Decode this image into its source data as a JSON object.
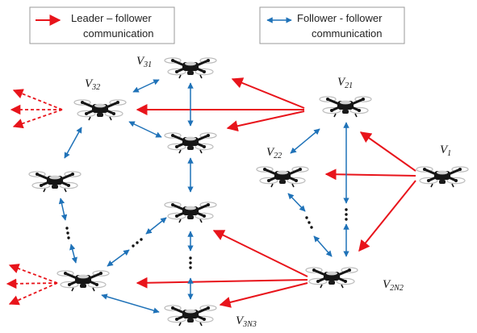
{
  "colors": {
    "leader": "#e8141b",
    "follower": "#1f72b8",
    "drone_body": "#161616",
    "drone_prop": "#d8d8d8",
    "legend_border": "#9a9a9a"
  },
  "legend": {
    "leader": {
      "line1": "Leader – follower",
      "line2": "communication"
    },
    "follower": {
      "line1": "Follower - follower",
      "line2": "communication"
    }
  },
  "labels": {
    "v1": {
      "main": "V",
      "sub": "1"
    },
    "v21": {
      "main": "V",
      "sub": "21"
    },
    "v22": {
      "main": "V",
      "sub": "22"
    },
    "v2n2": {
      "main": "V",
      "sub": "2N2"
    },
    "v31": {
      "main": "V",
      "sub": "31"
    },
    "v32": {
      "main": "V",
      "sub": "32"
    },
    "v3n3": {
      "main": "V",
      "sub": "3N3"
    }
  },
  "drones": [
    {
      "id": "v1",
      "group": "leader-1"
    },
    {
      "id": "v21",
      "group": "leader-2"
    },
    {
      "id": "v22",
      "group": "follower-2"
    },
    {
      "id": "v2n2",
      "group": "follower-2"
    },
    {
      "id": "v31",
      "group": "follower-3"
    },
    {
      "id": "v32",
      "group": "follower-3"
    },
    {
      "id": "v3-center",
      "group": "follower-3"
    },
    {
      "id": "v3-left",
      "group": "follower-3"
    },
    {
      "id": "v3-mid",
      "group": "follower-3"
    },
    {
      "id": "v3-bottom-left",
      "group": "follower-3"
    },
    {
      "id": "v3n3",
      "group": "follower-3"
    }
  ],
  "links": {
    "leader": [
      [
        "v1",
        "v21"
      ],
      [
        "v1",
        "v22"
      ],
      [
        "v1",
        "v2n2"
      ],
      [
        "v21",
        "v31"
      ],
      [
        "v21",
        "v32"
      ],
      [
        "v21",
        "v3-center"
      ],
      [
        "v2n2",
        "v3-mid"
      ],
      [
        "v2n2",
        "v3-bottom-left"
      ],
      [
        "v2n2",
        "v3n3"
      ]
    ],
    "follower": [
      [
        "v21",
        "v22"
      ],
      [
        "v21",
        "v2n2"
      ],
      [
        "v22",
        "v2n2"
      ],
      [
        "v31",
        "v32"
      ],
      [
        "v31",
        "v3-center"
      ],
      [
        "v32",
        "v3-center"
      ],
      [
        "v32",
        "v3-left"
      ],
      [
        "v3-center",
        "v3-mid"
      ],
      [
        "v3-left",
        "v3-bottom-left"
      ],
      [
        "v3-mid",
        "v3-bottom-left"
      ],
      [
        "v3-mid",
        "v3n3"
      ],
      [
        "v3-bottom-left",
        "v3n3"
      ]
    ]
  }
}
